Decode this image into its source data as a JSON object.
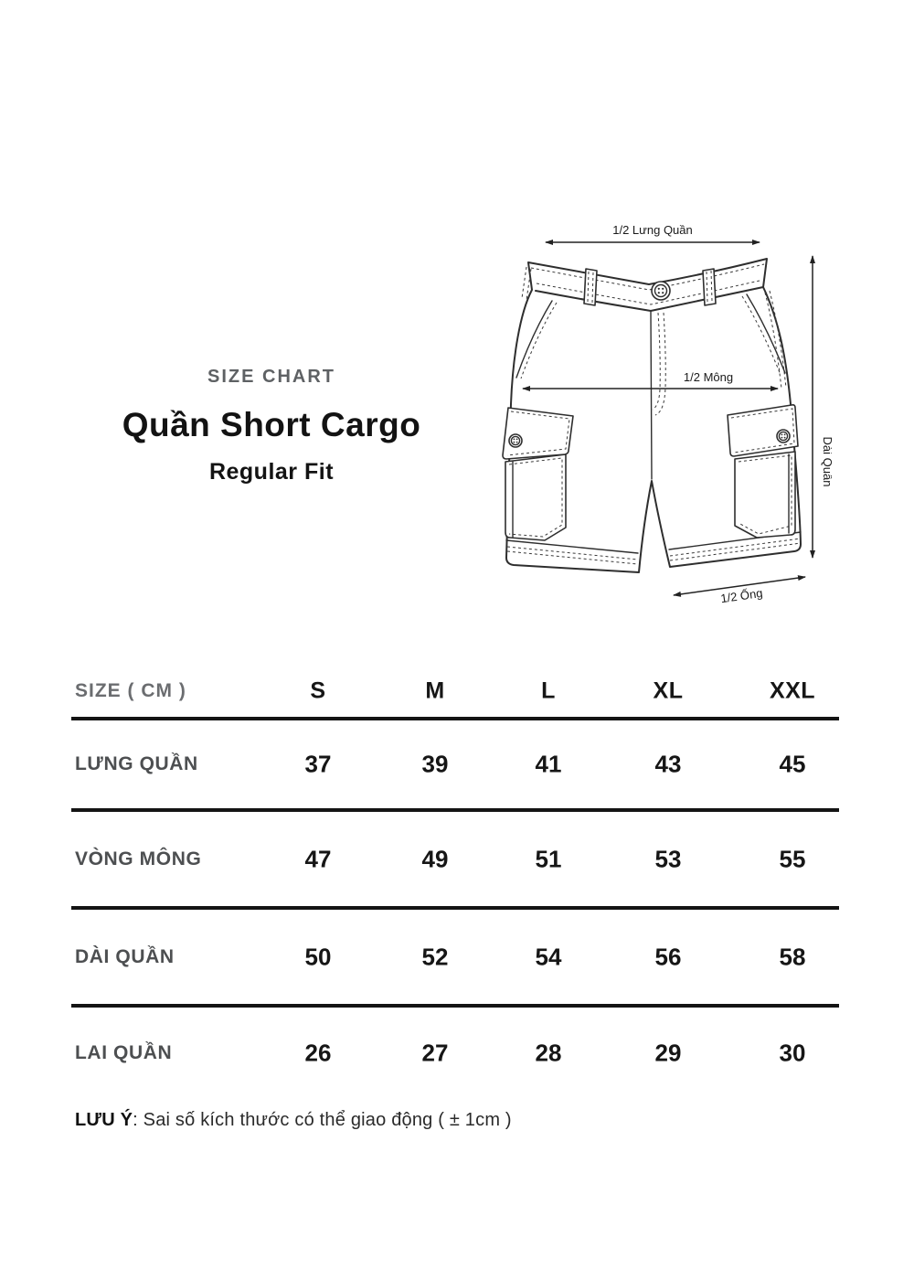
{
  "title_block": {
    "eyebrow": "SIZE CHART",
    "title": "Quần Short Cargo",
    "subtitle": "Regular Fit"
  },
  "diagram": {
    "waist_label": "1/2 Lưng Quần",
    "hip_label": "1/2 Mông",
    "length_label": "Dài Quần",
    "leg_opening_label": "1/2 Ống"
  },
  "size_table": {
    "header_label": "SIZE ( CM )",
    "sizes": [
      "S",
      "M",
      "L",
      "XL",
      "XXL"
    ],
    "rows": [
      {
        "label": "LƯNG QUẦN",
        "values": [
          "37",
          "39",
          "41",
          "43",
          "45"
        ]
      },
      {
        "label": "VÒNG MÔNG",
        "values": [
          "47",
          "49",
          "51",
          "53",
          "55"
        ]
      },
      {
        "label": "DÀI QUẦN",
        "values": [
          "50",
          "52",
          "54",
          "56",
          "58"
        ]
      },
      {
        "label": "LAI QUẦN",
        "values": [
          "26",
          "27",
          "28",
          "29",
          "30"
        ]
      }
    ]
  },
  "note": {
    "bold_prefix": "LƯU Ý",
    "rest": ": Sai số kích thước có thể giao động ( ± 1cm )"
  },
  "colors": {
    "text_primary": "#131313",
    "text_secondary": "#5e6164",
    "table_rule": "#141414",
    "line_art": "#2e2e2e"
  },
  "chart_data": {
    "type": "table",
    "title": "Quần Short Cargo — Regular Fit — SIZE ( CM )",
    "categories": [
      "S",
      "M",
      "L",
      "XL",
      "XXL"
    ],
    "series": [
      {
        "name": "LƯNG QUẦN",
        "values": [
          37,
          39,
          41,
          43,
          45
        ]
      },
      {
        "name": "VÒNG MÔNG",
        "values": [
          47,
          49,
          51,
          53,
          55
        ]
      },
      {
        "name": "DÀI QUẦN",
        "values": [
          50,
          52,
          54,
          56,
          58
        ]
      },
      {
        "name": "LAI QUẦN",
        "values": [
          26,
          27,
          28,
          29,
          30
        ]
      }
    ]
  }
}
